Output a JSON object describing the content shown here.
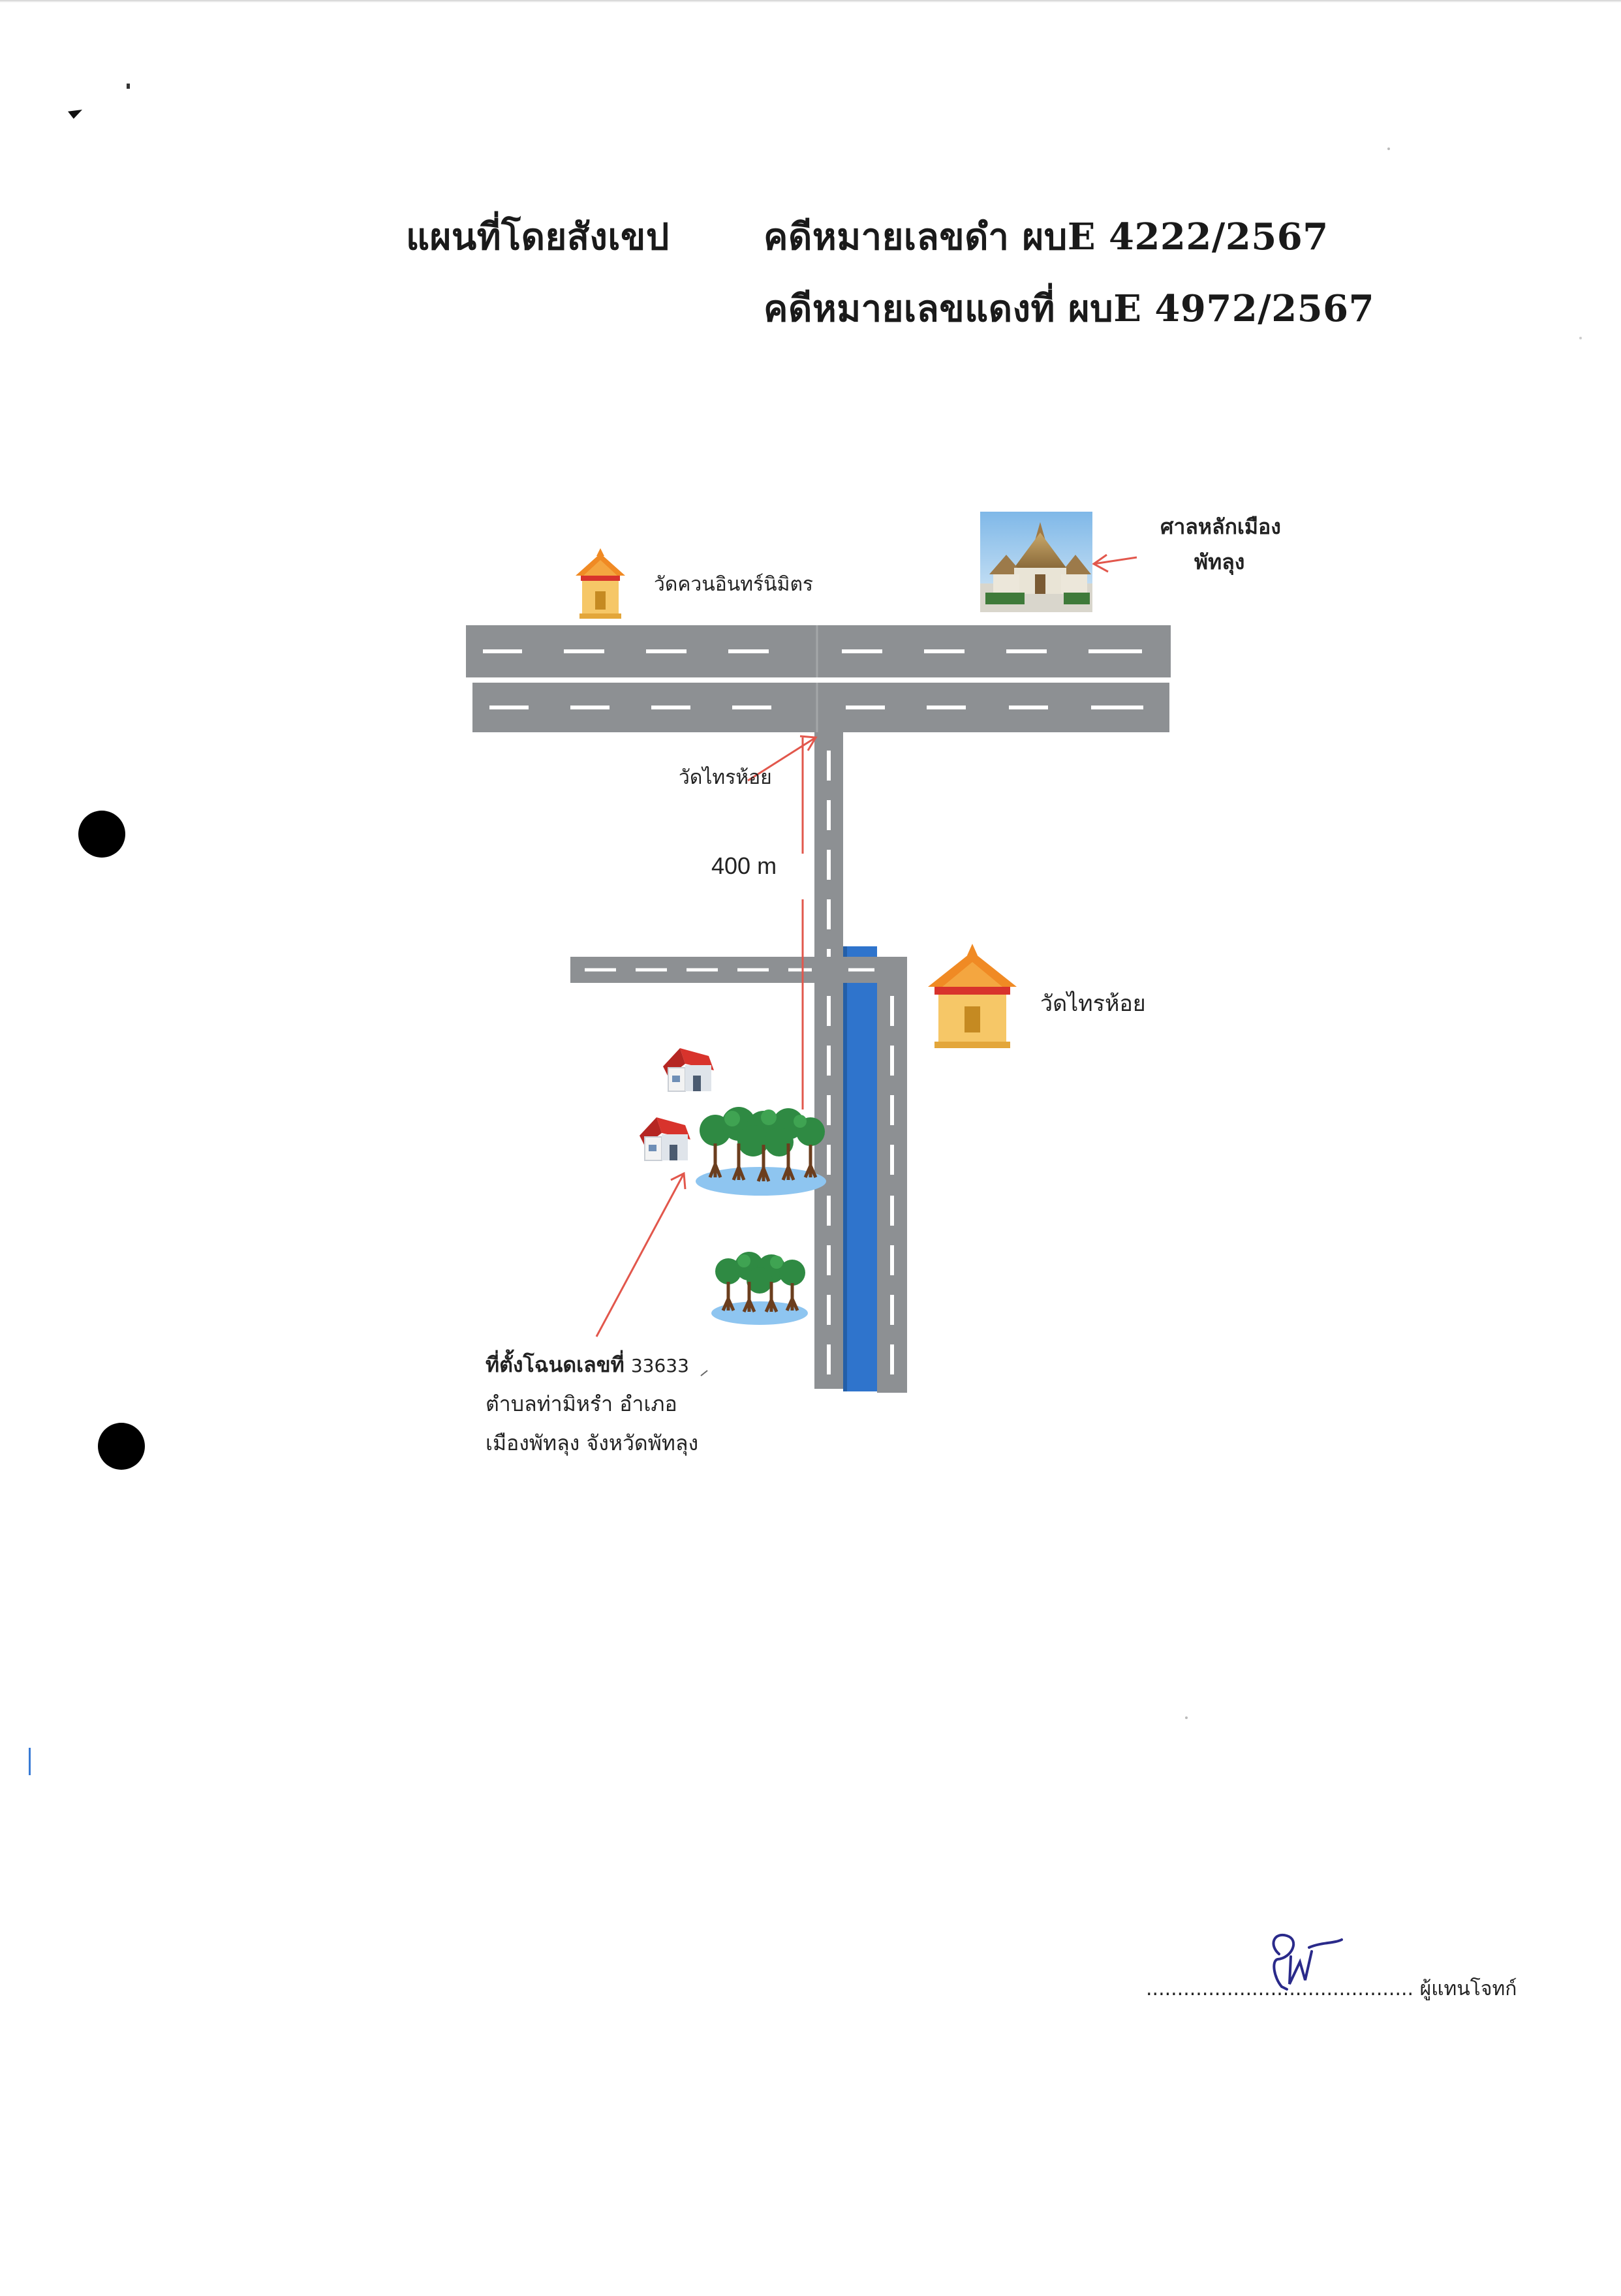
{
  "title": {
    "map_label": "แผนที่โดยสังเขป",
    "black_case": "คดีหมายเลขดำ ผบE 4222/2567",
    "red_case": "คดีหมายเลขแดงที่ ผบE 4972/2567"
  },
  "landmarks": {
    "temple_top": "วัดควนอินทร์นิมิตร",
    "city_pillar_line1": "ศาลหลักเมือง",
    "city_pillar_line2": "พัทลุง",
    "temple_junction": "วัดไทรห้อย",
    "temple_right": "วัดไทรห้อย"
  },
  "distance_label": "400 m",
  "parcel": {
    "line1_prefix": "ที่ตั้งโฉนดเลขที่",
    "line1_number": "33633",
    "line2": "ตำบลท่ามิหรำ อำเภอ",
    "line3": "เมืองพัทลุง จังหวัดพัทลุง"
  },
  "signature": {
    "dots": "...........................................",
    "role": "ผู้แทนโจทก์"
  },
  "colors": {
    "road": "#8d9093",
    "road_dash": "#ffffff",
    "canal": "#2f74cc",
    "pointer": "#e2574c",
    "roof": "#d8332c",
    "temple_roof": "#f08a24",
    "temple_wall": "#f6c767",
    "tree": "#2f8a43",
    "water": "#8ec5f0",
    "signature_ink": "#2a2a8a"
  },
  "icons": [
    "temple-icon",
    "city-pillar-shrine-image",
    "house-icon",
    "mangrove-icon",
    "signature-mark"
  ]
}
